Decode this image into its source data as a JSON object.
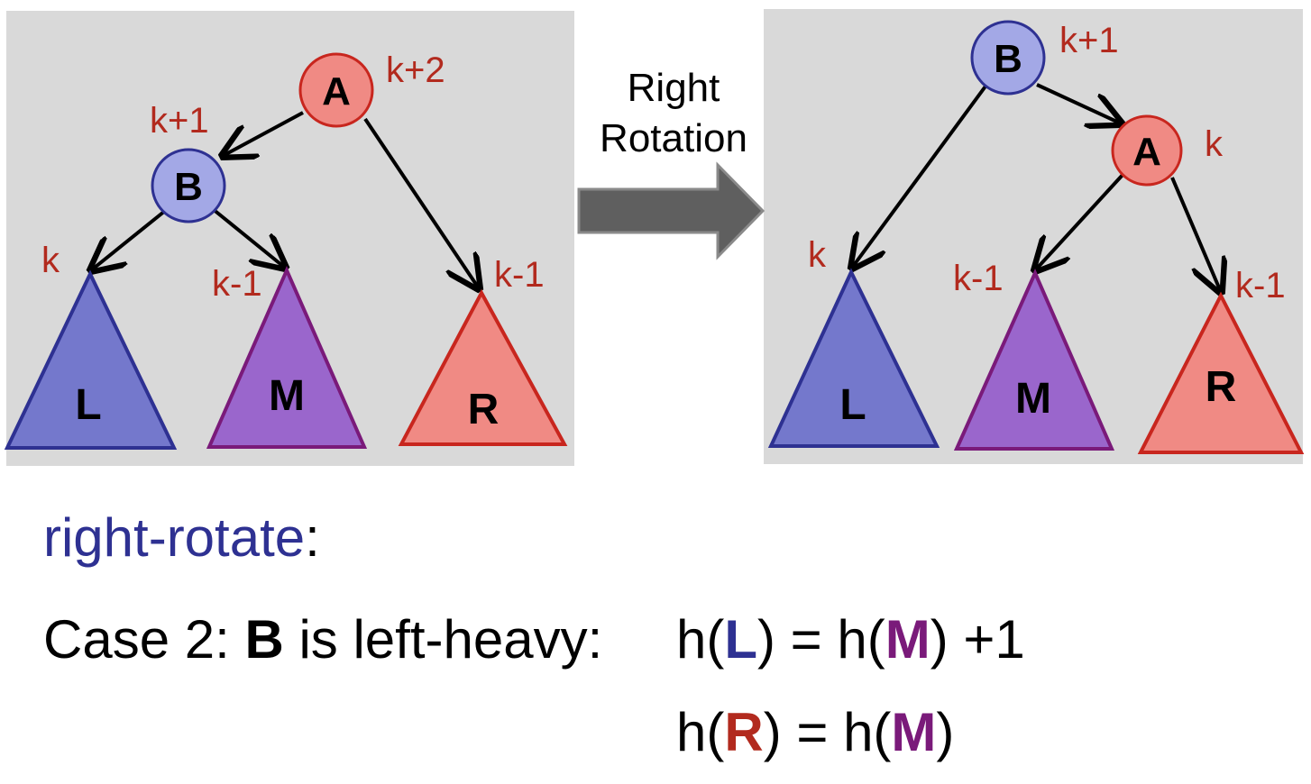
{
  "before": {
    "nodes": {
      "a": "A",
      "b": "B"
    },
    "node_heights": {
      "a": "k+2",
      "b": "k+1"
    },
    "subtrees": {
      "l": "L",
      "m": "M",
      "r": "R"
    },
    "subtree_heights": {
      "l": "k",
      "m": "k-1",
      "r": "k-1"
    }
  },
  "transition": {
    "line1": "Right",
    "line2": "Rotation"
  },
  "after": {
    "nodes": {
      "b": "B",
      "a": "A"
    },
    "node_heights": {
      "b": "k+1",
      "a": "k"
    },
    "subtrees": {
      "l": "L",
      "m": "M",
      "r": "R"
    },
    "subtree_heights": {
      "l": "k",
      "m": "k-1",
      "r": "k-1"
    }
  },
  "text": {
    "title": "right-rotate",
    "colon": ":",
    "case_prefix": "Case 2: ",
    "case_node": "B",
    "case_suffix": " is left-heavy:",
    "eq1": {
      "p1": "h(",
      "v1": "L",
      "p2": ") = h(",
      "v2": "M",
      "p3": ") +1"
    },
    "eq2": {
      "p1": "h(",
      "v1": "R",
      "p2": ") = h(",
      "v2": "M",
      "p3": ")"
    }
  },
  "colors": {
    "panel_bg": "#d9d9d9",
    "node_red_fill": "#f08a84",
    "node_red_stroke": "#c8261e",
    "node_blue_fill": "#a3a8e6",
    "node_blue_stroke": "#2e3192",
    "tri_blue_fill": "#7478cc",
    "tri_purple_fill": "#9a66cc",
    "tri_red_fill": "#f08a84",
    "label_red": "#b22a1e"
  }
}
